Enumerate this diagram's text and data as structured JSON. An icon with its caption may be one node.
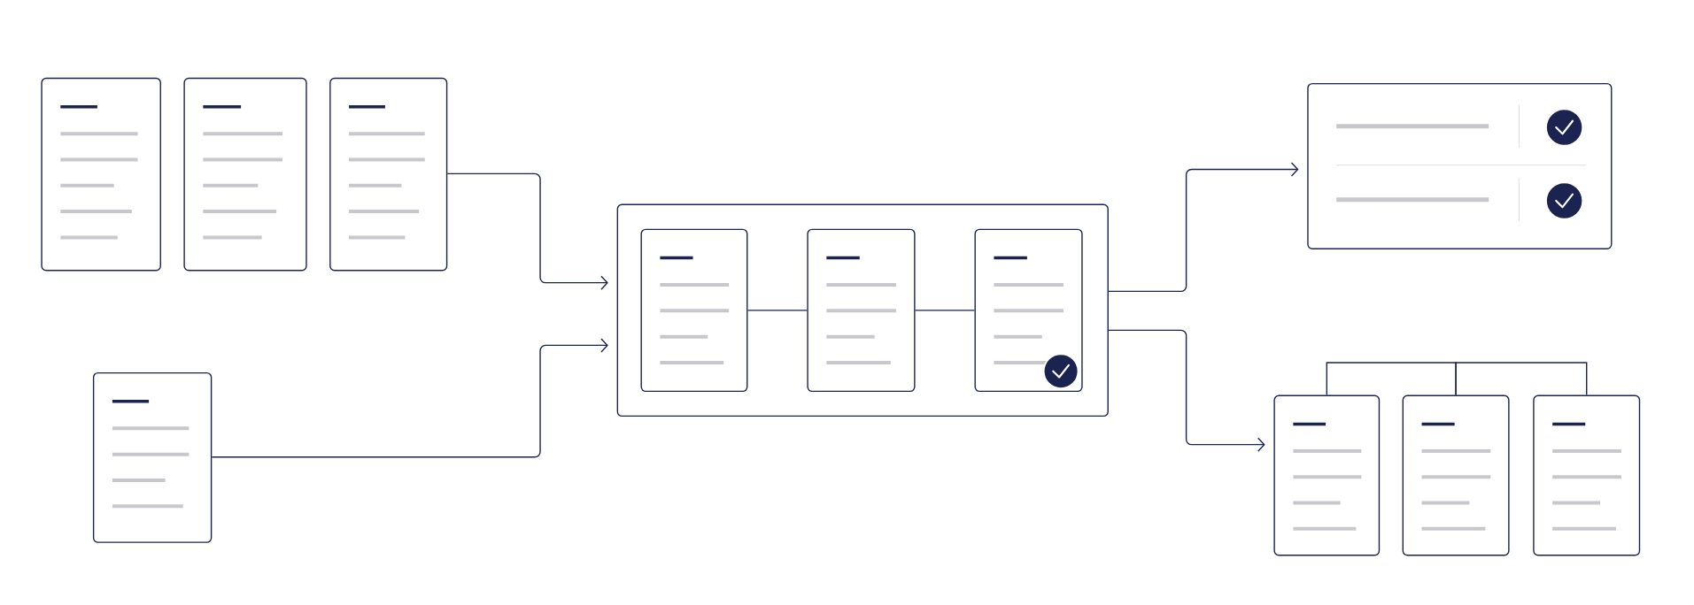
{
  "diagram": {
    "nodes": [
      {
        "text": [],
        "shape": "box"
      },
      {
        "text": [],
        "shape": "box"
      },
      {
        "text": [],
        "shape": "box"
      },
      {
        "text": [],
        "shape": "box"
      },
      {
        "text": [],
        "shape": "box"
      },
      {
        "text": [],
        "shape": "box",
        "in": 4
      },
      {
        "text": [],
        "shape": "box",
        "in": 4
      },
      {
        "text": [],
        "shape": "box",
        "in": 4
      },
      {
        "text": [],
        "shape": "box"
      },
      {
        "text": [],
        "shape": "box"
      },
      {
        "text": [],
        "shape": "box"
      },
      {
        "text": [],
        "shape": "box"
      }
    ],
    "edges": [
      {
        "from": 2,
        "to": 4,
        "arrow": "to"
      },
      {
        "from": 3,
        "to": 4,
        "arrow": "to"
      },
      {
        "from": 5,
        "to": 6,
        "arrow": "none"
      },
      {
        "from": 6,
        "to": 7,
        "arrow": "none"
      },
      {
        "from": 4,
        "to": 8,
        "arrow": "to"
      },
      {
        "from": 4,
        "to": 9,
        "arrow": "to"
      },
      {
        "from": 9,
        "to": 10,
        "arrow": "none"
      },
      {
        "from": 10,
        "to": 11,
        "arrow": "none"
      }
    ]
  }
}
